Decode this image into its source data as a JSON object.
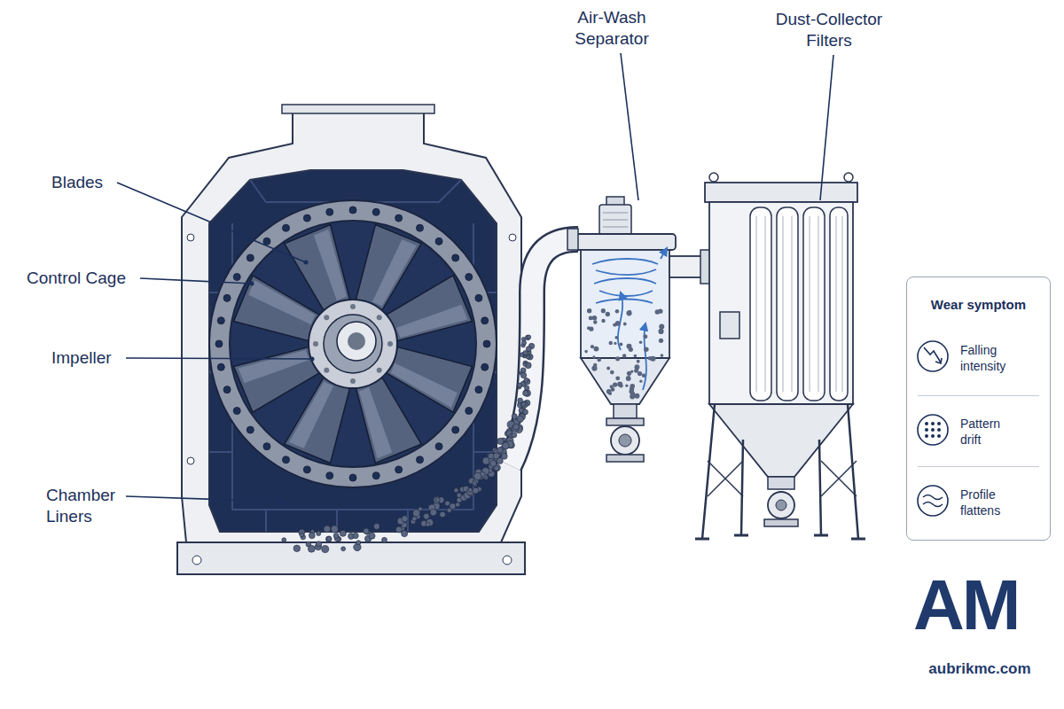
{
  "diagram": {
    "nodes": [
      {
        "text": [
          "Wear symptom"
        ]
      },
      {
        "text": [
          "Falling intensity"
        ],
        "in": 0
      },
      {
        "text": [
          "Pattern drift"
        ],
        "in": 0
      },
      {
        "text": [
          "Profile flattens"
        ],
        "in": 0
      }
    ],
    "labels": [
      "Blades",
      "Control Cage",
      "Impeller",
      "Chamber Liners",
      "Air-Wash Separator",
      "Dust-Collector Filters",
      "AM",
      "aubrikmc.com"
    ]
  }
}
